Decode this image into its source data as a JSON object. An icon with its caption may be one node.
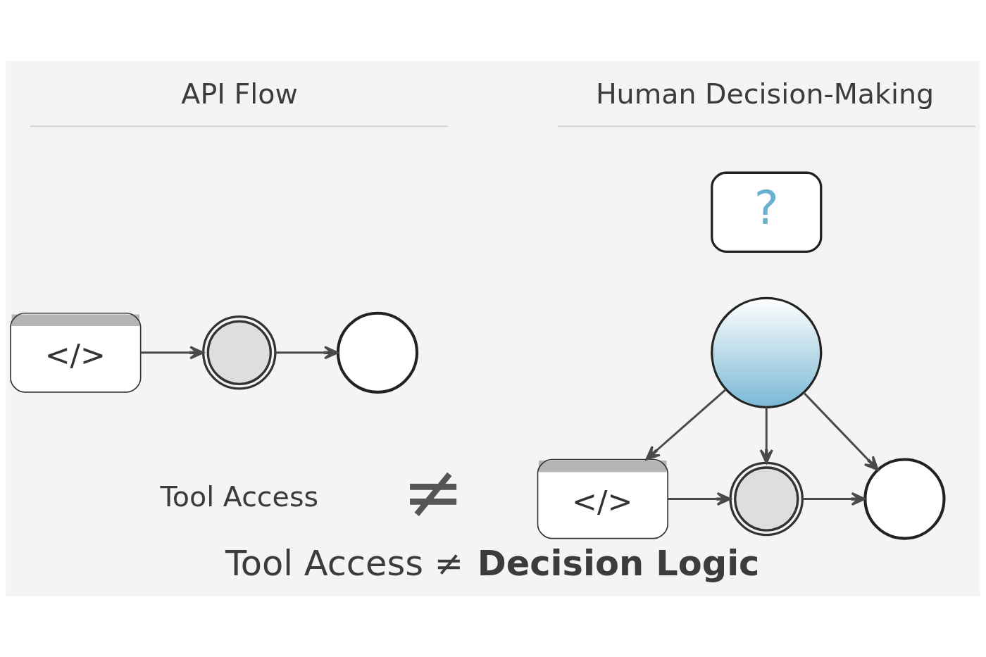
{
  "diagram": {
    "caption": "Tool Access ≠ **Decision Logic**",
    "nodes": [
      {
        "text": [
          "</>"
        ]
      },
      {
        "text": [],
        "shape": "gear"
      },
      {
        "text": [],
        "shape": "magnifier"
      },
      {
        "text": [
          "?"
        ]
      },
      {
        "text": [],
        "shape": "person"
      },
      {
        "text": [
          "</>"
        ]
      },
      {
        "text": [],
        "shape": "gear"
      },
      {
        "text": [],
        "shape": "magnifier"
      }
    ],
    "edges": [
      {
        "from": 0,
        "to": 1,
        "arrow": "to"
      },
      {
        "from": 1,
        "to": 2,
        "arrow": "to"
      },
      {
        "from": 4,
        "to": 5,
        "arrow": "to"
      },
      {
        "from": 4,
        "to": 6,
        "arrow": "to"
      },
      {
        "from": 4,
        "to": 7,
        "arrow": "to"
      },
      {
        "from": 5,
        "to": 6,
        "arrow": "to"
      },
      {
        "from": 6,
        "to": 7,
        "arrow": "to"
      }
    ],
    "labels": [
      "API Flow",
      "Human Decision-Making",
      "Tool Access",
      "≠"
    ]
  }
}
